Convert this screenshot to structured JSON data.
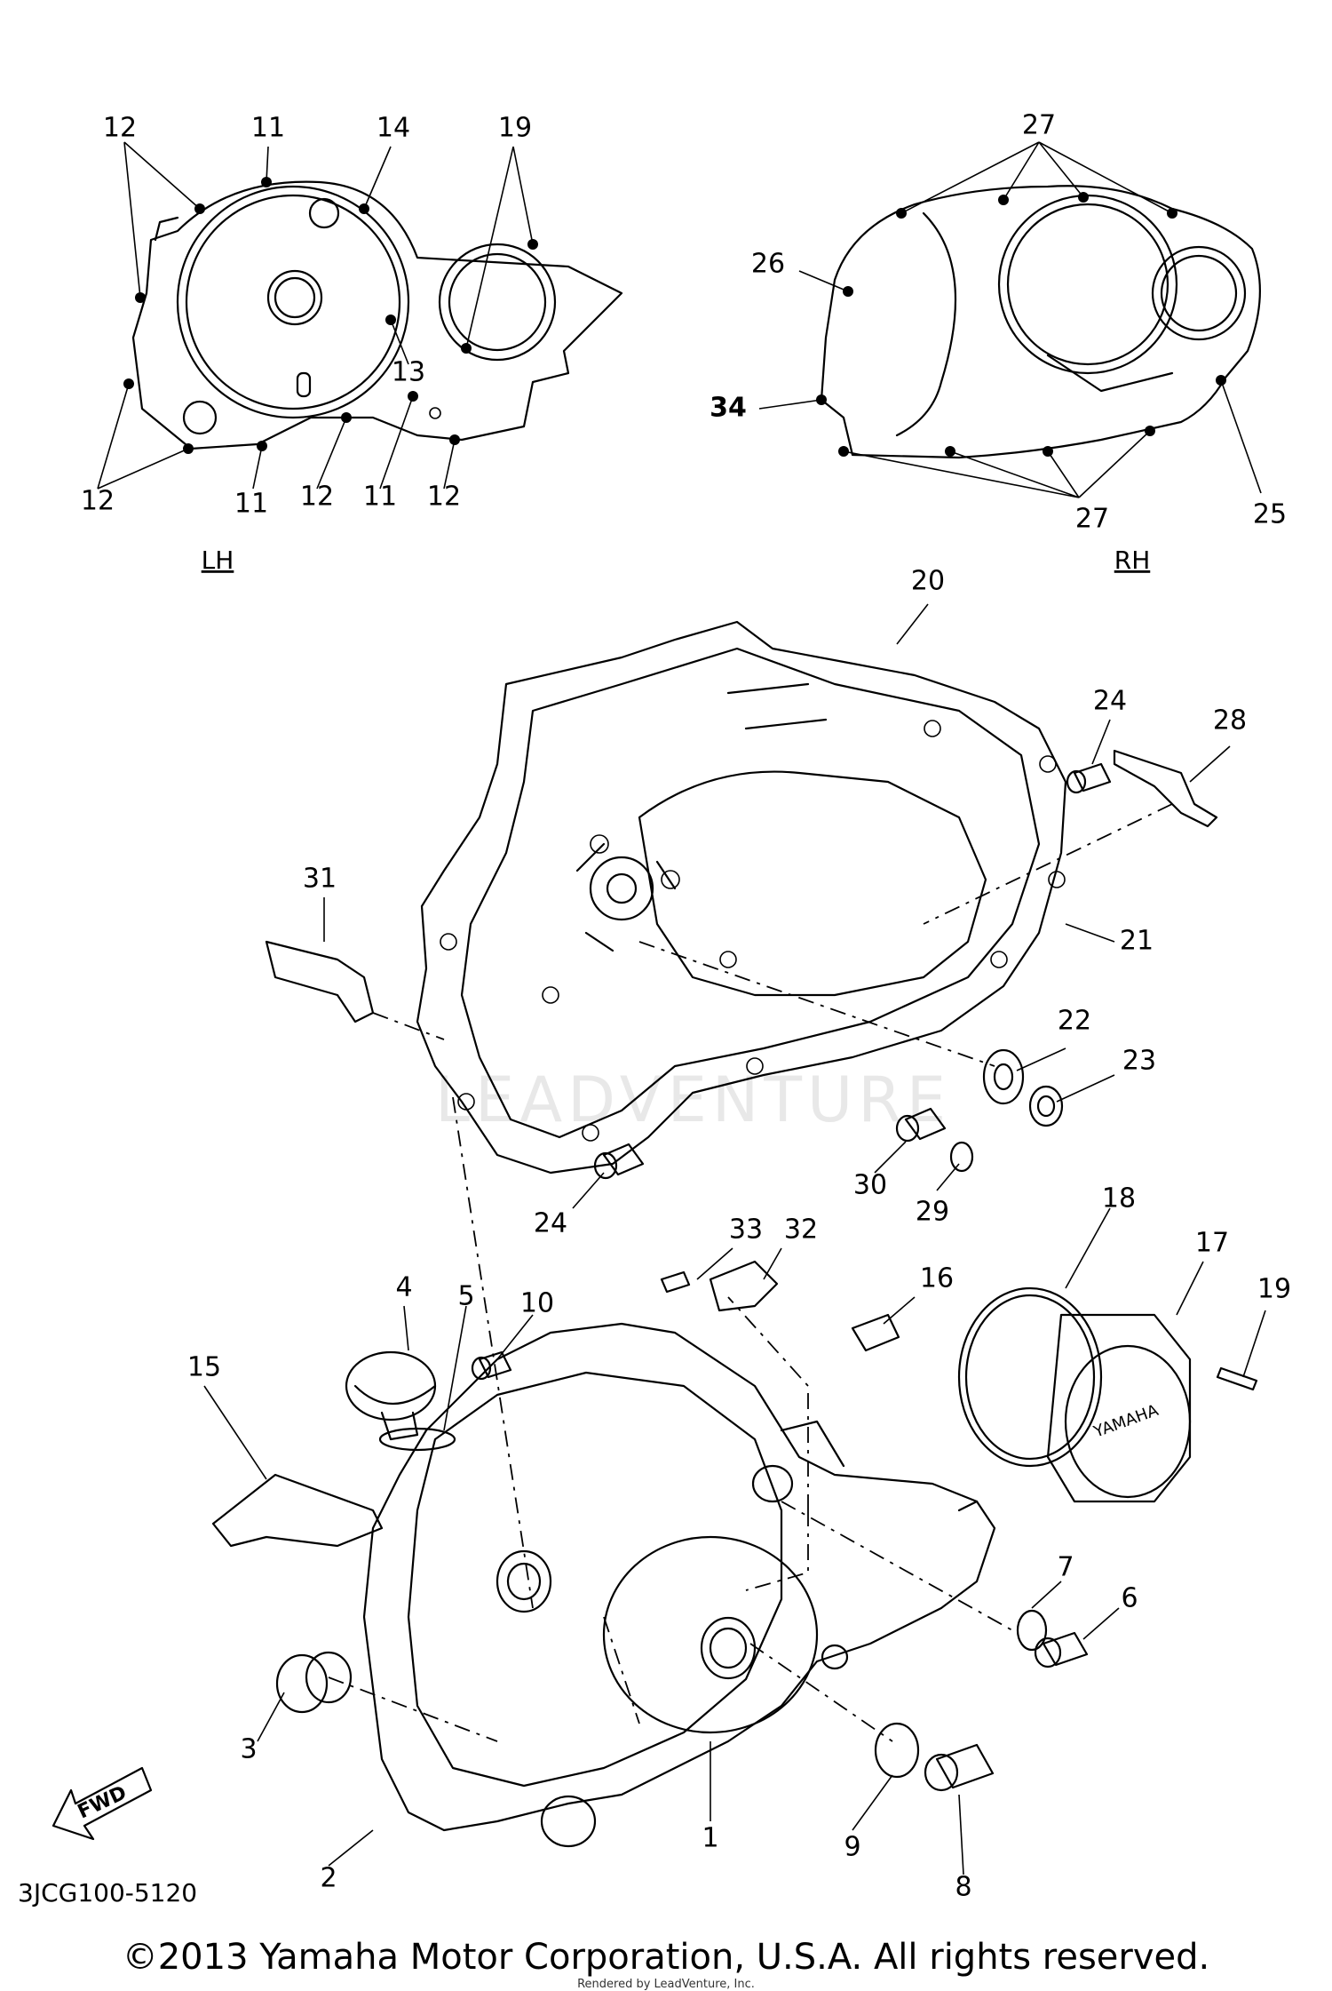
{
  "figure_code": "3JCG100-5120",
  "side_labels": {
    "left": "LH",
    "right": "RH"
  },
  "direction_arrow": "FWD",
  "cover_logo": "YAMAHA",
  "watermark": "LEADVENTURE",
  "copyright": "©2013 Yamaha Motor Corporation, U.S.A. All rights reserved.",
  "rendered_by": "Rendered by LeadVenture, Inc.",
  "callouts": {
    "lh_12a": "12",
    "lh_11a": "11",
    "lh_14": "14",
    "lh_19": "19",
    "lh_13": "13",
    "lh_12b": "12",
    "lh_11b": "11",
    "lh_12c": "12",
    "lh_11c": "11",
    "lh_12d": "12",
    "rh_27a": "27",
    "rh_26": "26",
    "rh_34": "34",
    "rh_27b": "27",
    "rh_25": "25",
    "p20": "20",
    "p24a": "24",
    "p28": "28",
    "p31": "31",
    "p21": "21",
    "p22": "22",
    "p23": "23",
    "p30": "30",
    "p29": "29",
    "p24b": "24",
    "p33": "33",
    "p32": "32",
    "p16": "16",
    "p18": "18",
    "p17": "17",
    "p19": "19",
    "p4": "4",
    "p5": "5",
    "p10": "10",
    "p15": "15",
    "p7": "7",
    "p6": "6",
    "p3": "3",
    "p9": "9",
    "p2": "2",
    "p1": "1",
    "p8": "8"
  }
}
